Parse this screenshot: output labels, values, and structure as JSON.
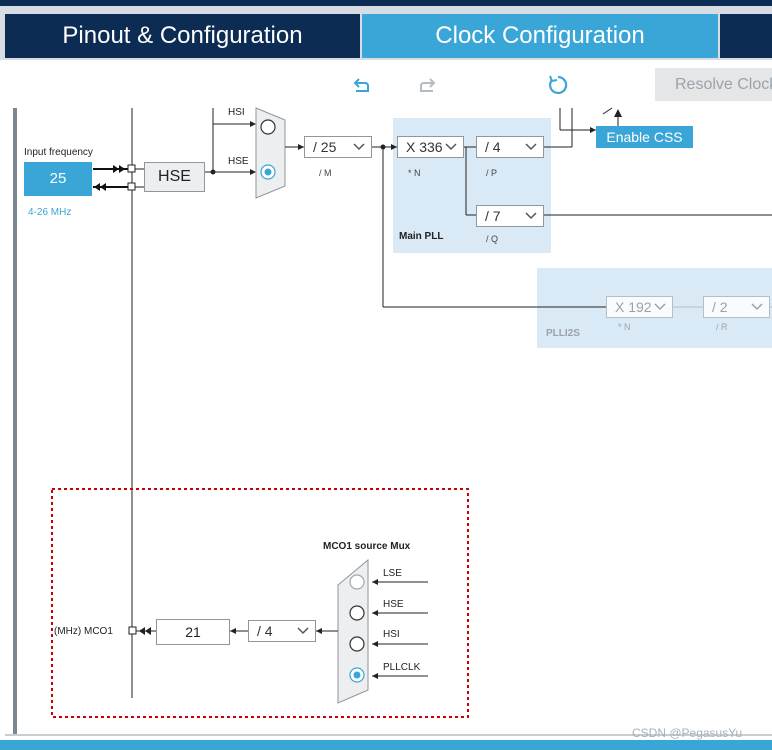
{
  "tabs": [
    {
      "label": "Pinout & Configuration",
      "active": false
    },
    {
      "label": "Clock Configuration",
      "active": true
    }
  ],
  "toolbar": {
    "undo_icon": "undo-icon",
    "redo_icon": "redo-icon",
    "refresh_icon": "refresh-icon",
    "resolve_label": "Resolve Clock Issues"
  },
  "input_frequency": {
    "label": "Input frequency",
    "value": "25",
    "range": "4-26 MHz"
  },
  "hse": {
    "block_label": "HSE",
    "mux_in_hsi": "HSI",
    "mux_in_hse": "HSE"
  },
  "pllm": {
    "value": "/ 25",
    "label": "/ M"
  },
  "main_pll": {
    "title": "Main PLL",
    "n": {
      "value": "X 336",
      "label": "* N"
    },
    "p": {
      "value": "/ 4",
      "label": "/ P"
    },
    "q": {
      "value": "/ 7",
      "label": "/ Q"
    }
  },
  "plli2s": {
    "title": "PLLI2S",
    "n": {
      "value": "X 192",
      "label": "* N"
    },
    "r": {
      "value": "/ 2",
      "label": "/ R"
    }
  },
  "enable_css": "Enable CSS",
  "mco1": {
    "mux_title": "MCO1 source Mux",
    "sources": [
      "LSE",
      "HSE",
      "HSI",
      "PLLCLK"
    ],
    "selected": "PLLCLK",
    "prescaler": "/ 4",
    "output_value": "21",
    "output_label": "(MHz) MCO1"
  },
  "watermark": "CSDN @PegasusYu",
  "colors": {
    "navy": "#0d2c54",
    "accent": "#3aa6d8",
    "pll_panel": "#d9e9f5",
    "highlight_border": "#cc0000"
  }
}
